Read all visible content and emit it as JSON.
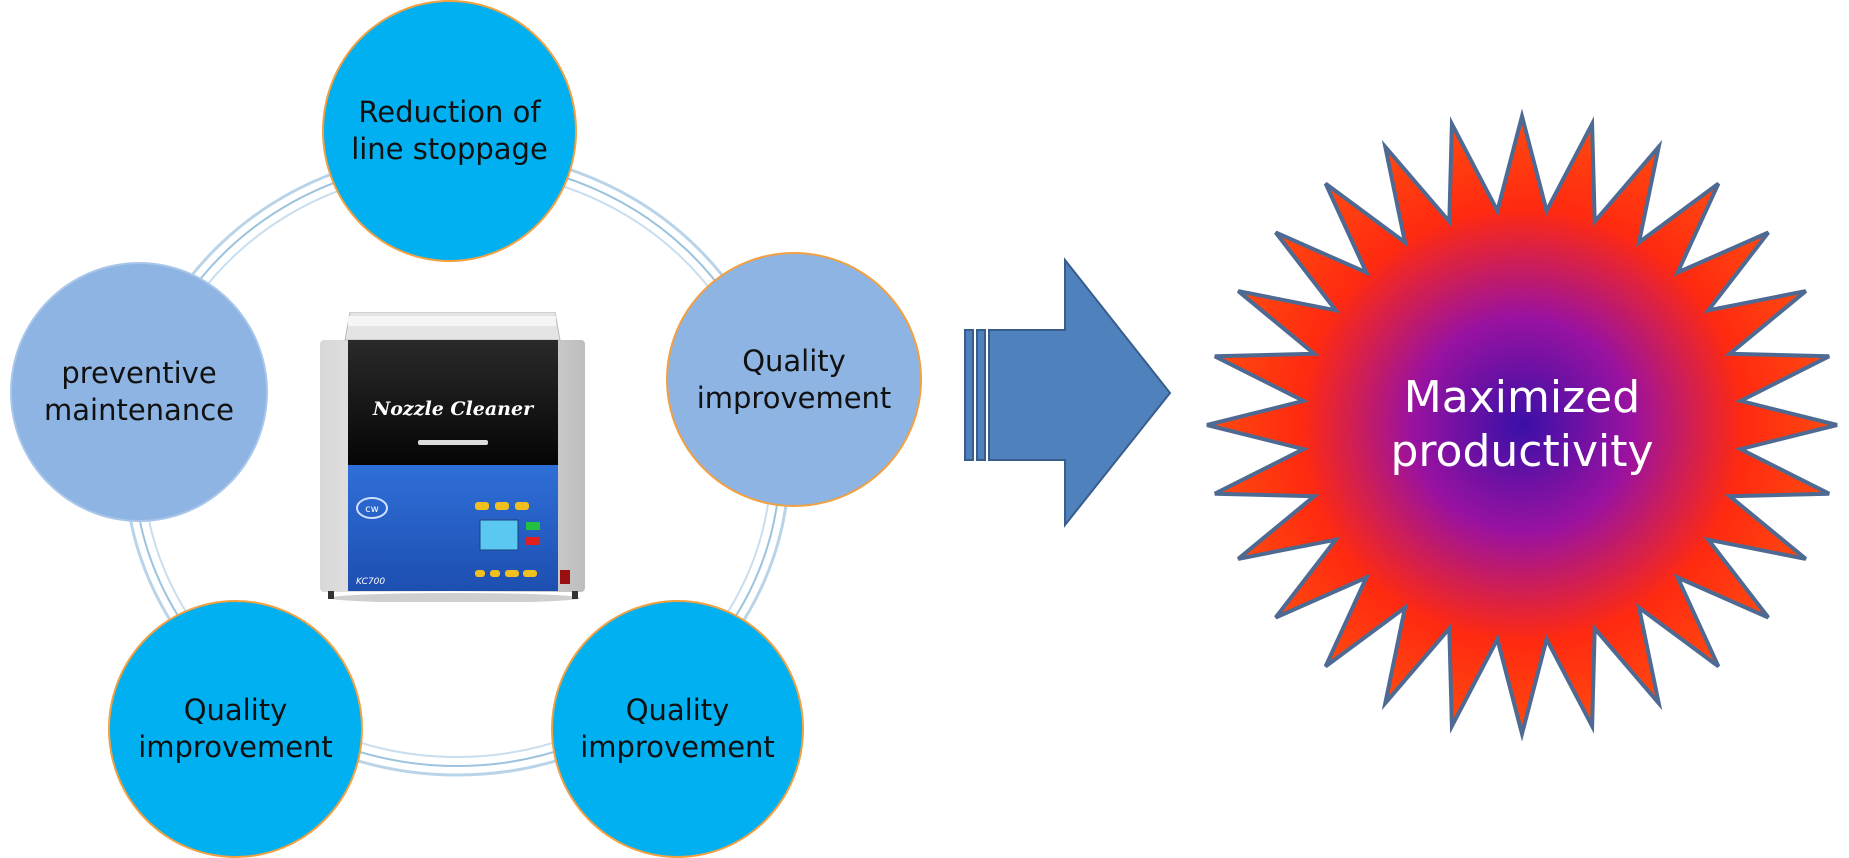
{
  "cycle": {
    "nodes": [
      {
        "text": "Reduction of\nline stoppage",
        "fill": "#00b0f0"
      },
      {
        "text": "Quality\nimprovement",
        "fill": "#8db4e2"
      },
      {
        "text": "Quality\nimprovement",
        "fill": "#00b0f0"
      },
      {
        "text": "Quality\nimprovement",
        "fill": "#00b0f0"
      },
      {
        "text": "preventive\nmaintenance",
        "fill": "#8db4e2"
      }
    ],
    "ring_color": "#9cc3de",
    "node_border_color": "#f2a040"
  },
  "device": {
    "brand_text": "Nozzle Cleaner",
    "model_text": "KC700",
    "logo_text": "cw"
  },
  "arrow": {
    "fill": "#4f81bd",
    "border": "#385d8a"
  },
  "result": {
    "text": "Maximized\nproductivity",
    "outer_color": "#ff2a10",
    "inner_color": "#3a10a8",
    "border_color": "#4e6a92"
  }
}
